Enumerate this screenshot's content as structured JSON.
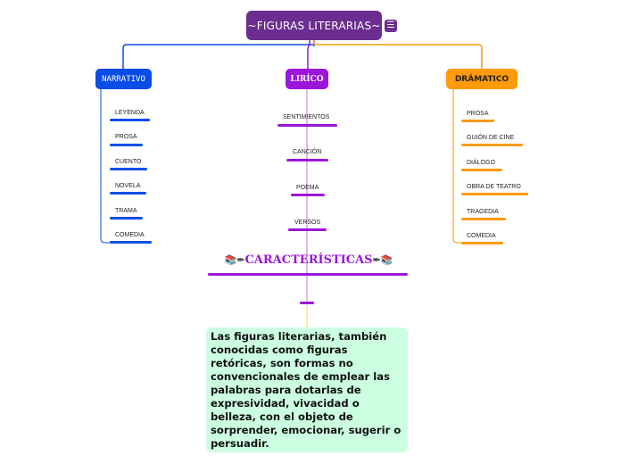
{
  "root": {
    "title": "~FIGURAS LITERARIAS~",
    "menu_icon": "menu-icon"
  },
  "branches": {
    "narrativo": {
      "label": "NARRATIVO",
      "color": "#0a4de6",
      "items": [
        "LEYENDA",
        "PROSA",
        "CUENTO",
        "NOVELA",
        "TRAMA",
        "COMEDIA"
      ]
    },
    "lirico": {
      "label": "LIRÍCO",
      "color": "#9b16d9",
      "items": [
        "SENTIMIENTOS",
        "CANCIÓN",
        "POEMA",
        "VERSOS"
      ]
    },
    "dramatico": {
      "label": "DRÁMATICO",
      "color": "#ff9a0a",
      "items": [
        "PROSA",
        "GUIÓN DE CINE",
        "DIÁLOGO",
        "OBRA DE TEATRO",
        "TRAGEDIA",
        "COMEDIA"
      ]
    }
  },
  "caracteristicas": {
    "label": "CARACTERÍSTICAS",
    "icons": [
      "books-icon",
      "quill-icon"
    ]
  },
  "description": "Las figuras literarias, también conocidas como figuras retóricas, son formas no convencionales de emplear las palabras para dotarlas de expresividad, vivacidad o belleza, con el objeto de sorprender, emocionar, sugerir o persuadir.",
  "colors": {
    "root": "#6b2d8f",
    "description_bg": "#ccffe0",
    "connector_desc": "#ffcc66"
  }
}
